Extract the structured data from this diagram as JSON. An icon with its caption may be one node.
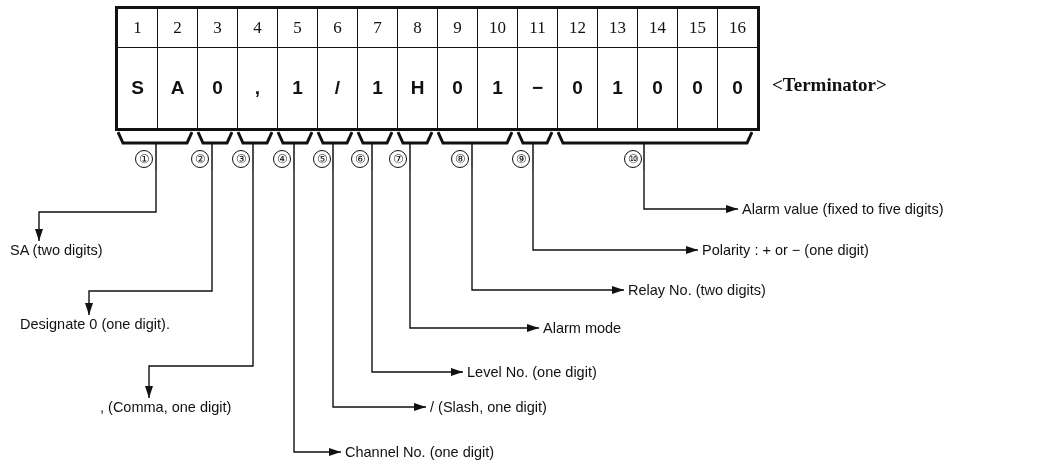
{
  "diagram": {
    "nodes": [
      {
        "text": [
          "①"
        ]
      },
      {
        "text": [
          "②"
        ]
      },
      {
        "text": [
          "③"
        ]
      },
      {
        "text": [
          "④"
        ]
      },
      {
        "text": [
          "⑤"
        ]
      },
      {
        "text": [
          "⑥"
        ]
      },
      {
        "text": [
          "⑦"
        ]
      },
      {
        "text": [
          "⑧"
        ]
      },
      {
        "text": [
          "⑨"
        ]
      },
      {
        "text": [
          "⑩"
        ]
      },
      {
        "text": [
          "SA (two digits)"
        ]
      },
      {
        "text": [
          "Designate 0 (one digit)."
        ]
      },
      {
        "text": [
          ", (Comma, one digit)"
        ]
      },
      {
        "text": [
          "Channel No. (one digit)"
        ]
      },
      {
        "text": [
          "/ (Slash, one digit)"
        ]
      },
      {
        "text": [
          "Level No. (one digit)"
        ]
      },
      {
        "text": [
          "Alarm mode"
        ]
      },
      {
        "text": [
          "Relay No. (two digits)"
        ]
      },
      {
        "text": [
          "Polarity : + or − (one digit)"
        ]
      },
      {
        "text": [
          "Alarm value (fixed to five digits)"
        ]
      }
    ],
    "edges": [
      {
        "from": 0,
        "to": 10,
        "arrow": "to"
      },
      {
        "from": 1,
        "to": 11,
        "arrow": "to"
      },
      {
        "from": 2,
        "to": 12,
        "arrow": "to"
      },
      {
        "from": 3,
        "to": 13,
        "arrow": "to"
      },
      {
        "from": 4,
        "to": 14,
        "arrow": "to"
      },
      {
        "from": 5,
        "to": 15,
        "arrow": "to"
      },
      {
        "from": 6,
        "to": 16,
        "arrow": "to"
      },
      {
        "from": 7,
        "to": 17,
        "arrow": "to"
      },
      {
        "from": 8,
        "to": 18,
        "arrow": "to"
      },
      {
        "from": 9,
        "to": 19,
        "arrow": "to"
      }
    ],
    "labels": [
      "1",
      "2",
      "3",
      "4",
      "5",
      "6",
      "7",
      "8",
      "9",
      "10",
      "11",
      "12",
      "13",
      "14",
      "15",
      "16",
      "S",
      "A",
      "0",
      ",",
      "1",
      "/",
      "1",
      "H",
      "0",
      "1",
      "−",
      "0",
      "1",
      "0",
      "0",
      "0",
      "<Terminator>"
    ]
  }
}
